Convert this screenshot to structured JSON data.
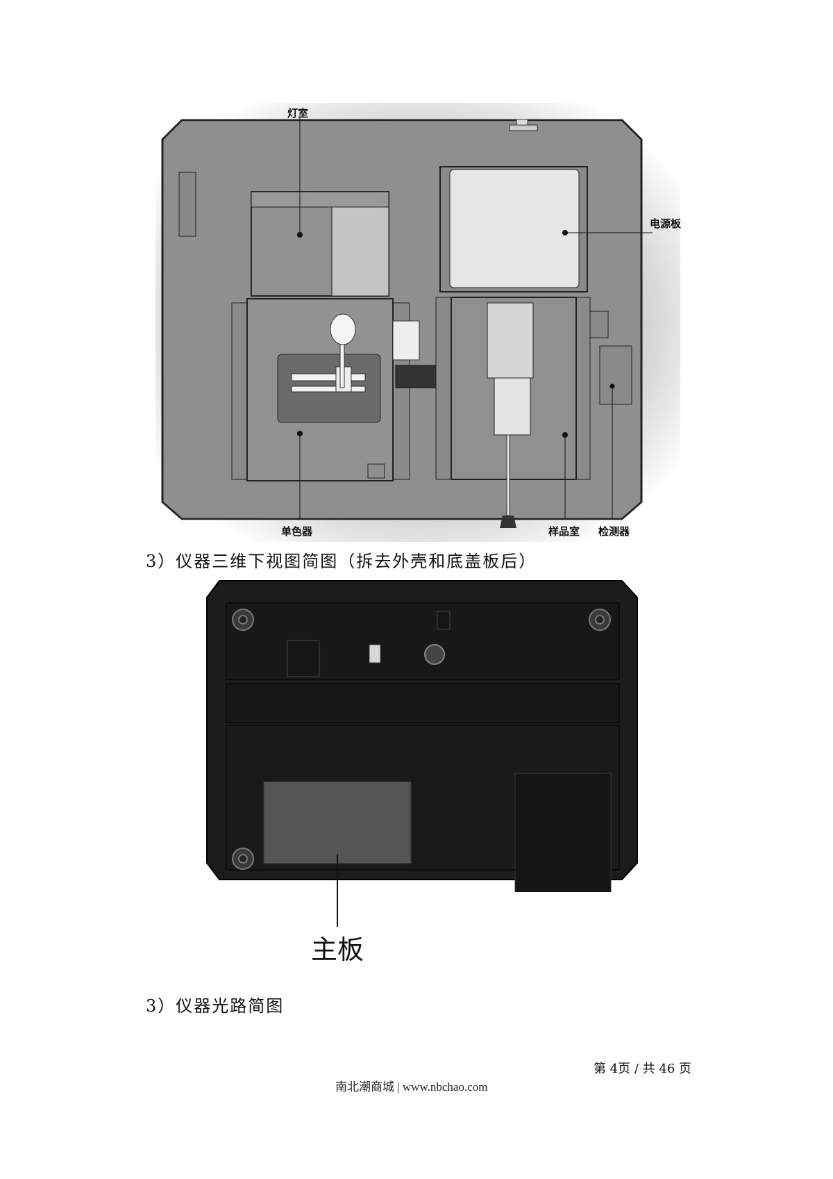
{
  "top_figure": {
    "labels": {
      "lamp_room": "灯室",
      "power_board": "电源板",
      "monochromator": "单色器",
      "sample_room": "样品室",
      "detector": "检测器"
    }
  },
  "caption_bottom_view": "3）仪器三维下视图简图（拆去外壳和底盖板后）",
  "bottom_figure": {
    "labels": {
      "main_board": "主板"
    }
  },
  "caption_optical_path": "3）仪器光路简图",
  "footer": {
    "page_indicator": "第 4页 / 共 46 页",
    "site": "南北潮商城 | www.nbchao.com"
  },
  "colors": {
    "top_plate": "#8f8f8f",
    "top_plate_light": "#e6e6e6",
    "bottom_body": "#1c1c1c",
    "main_board": "#555555"
  }
}
